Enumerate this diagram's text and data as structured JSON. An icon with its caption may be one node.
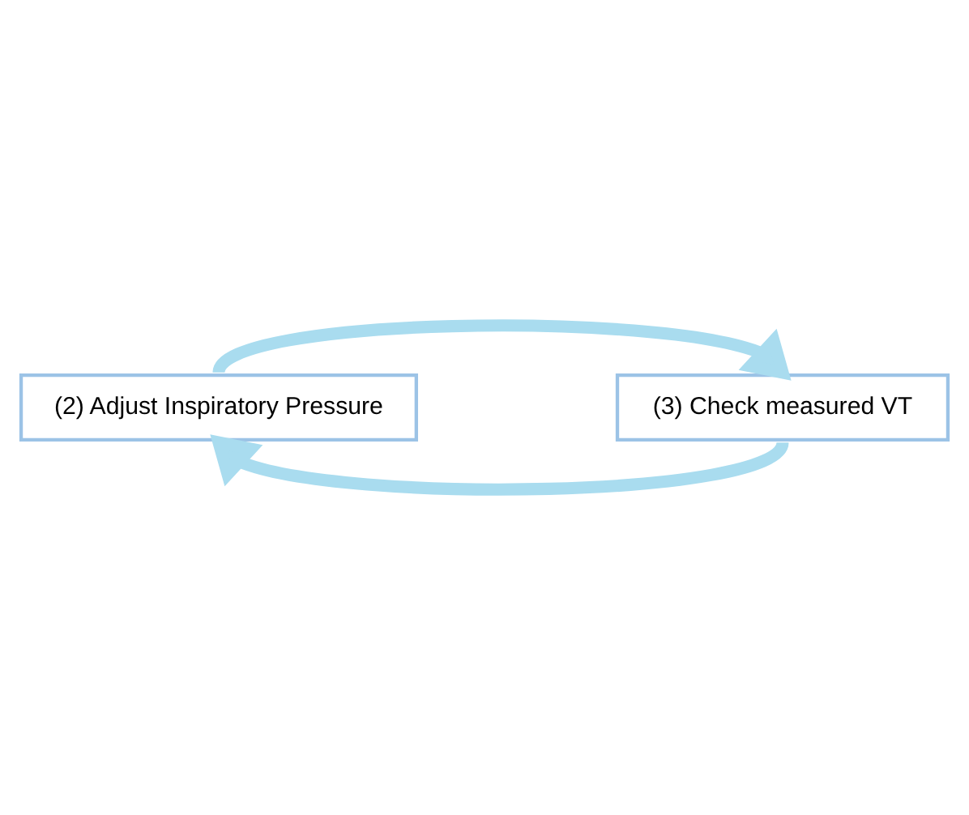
{
  "diagram": {
    "nodes": [
      {
        "text": [
          "(2) Adjust Inspiratory Pressure"
        ]
      },
      {
        "text": [
          "(3) Check measured VT"
        ]
      }
    ],
    "edges": [
      {
        "from": 0,
        "to": 1,
        "arrow": "to"
      },
      {
        "from": 1,
        "to": 0,
        "arrow": "to"
      }
    ]
  }
}
